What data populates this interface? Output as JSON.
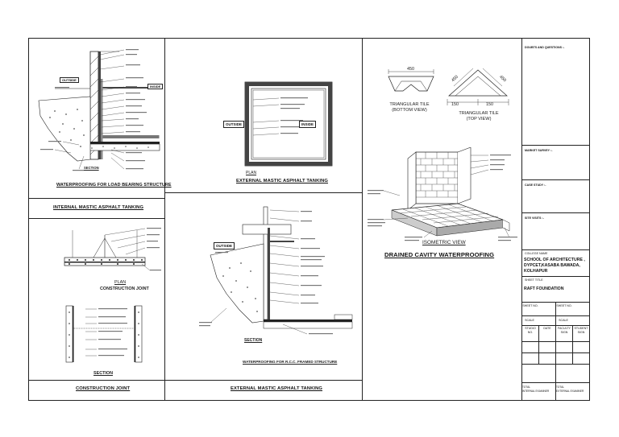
{
  "panels": {
    "load_bearing": {
      "title": "WATERPROOFING FOR LOAD BEARING STRUCTURE",
      "section": "SECTION",
      "outside": "OUTSIDE",
      "inside": "INSIDE"
    },
    "internal_tanking": {
      "title": "INTERNAL MASTIC ASPHALT TANKING",
      "plan": "PLAN",
      "plan_caption": "CONSTRUCTION JOINT",
      "section": "SECTION",
      "bottom_title": "CONSTRUCTION JOINT"
    },
    "external_top": {
      "outside": "OUTSIDE",
      "inside": "INSIDE",
      "plan": "PLAN",
      "title": "EXTERNAL MASTIC ASPHALT TANKING"
    },
    "external_bottom": {
      "outside": "OUTSIDE",
      "section": "SECTION",
      "caption": "WATERPROOFING FOR R.C.C. FRAMED STRUCTURE",
      "bottom_title": "EXTERNAL MASTIC ASPHALT TANKING"
    },
    "drained": {
      "dim_450_a": "450",
      "dim_450_b": "450",
      "dim_450_c": "450",
      "dim_150_a": "150",
      "dim_150_b": "150",
      "tile_bottom": "TRIANGULAR TILE\n(BOTTOM VIEW)",
      "tile_top": "TRIANGULAR TILE\n(TOP VIEW)",
      "iso_label": "ISOMETRIC VIEW",
      "title": "DRAINED CAVITY WATERPROOFING"
    }
  },
  "title_block": {
    "doubts": "DOUBTS AND QUESTIONS :-",
    "market_survey": "MARKET SURVEY :-",
    "case_study": "CASE STUDY :-",
    "site_visits": "SITE VISITS :-",
    "college_label": "COLLEGE NAME",
    "college_name": "SCHOOL OF ARCHITECTURE ,\nDYPCET,KASABA BAWADA,\nKOLHAPUR",
    "sheet_title_label": "SHEET TITLE",
    "sheet_title": "RAFT FOUNDATION",
    "cells": [
      "SHEET NO.",
      "SHEET NO.",
      "SCALE",
      "SCALE",
      "STUDIO NO.",
      "DATE",
      "FACULTY SIGN",
      "STUDENT SIGN"
    ],
    "internal_examiner": "TOTAL\nINTERNAL EXAMINER",
    "external_examiner": "TOTAL\nEXTERNAL EXAMINER"
  }
}
